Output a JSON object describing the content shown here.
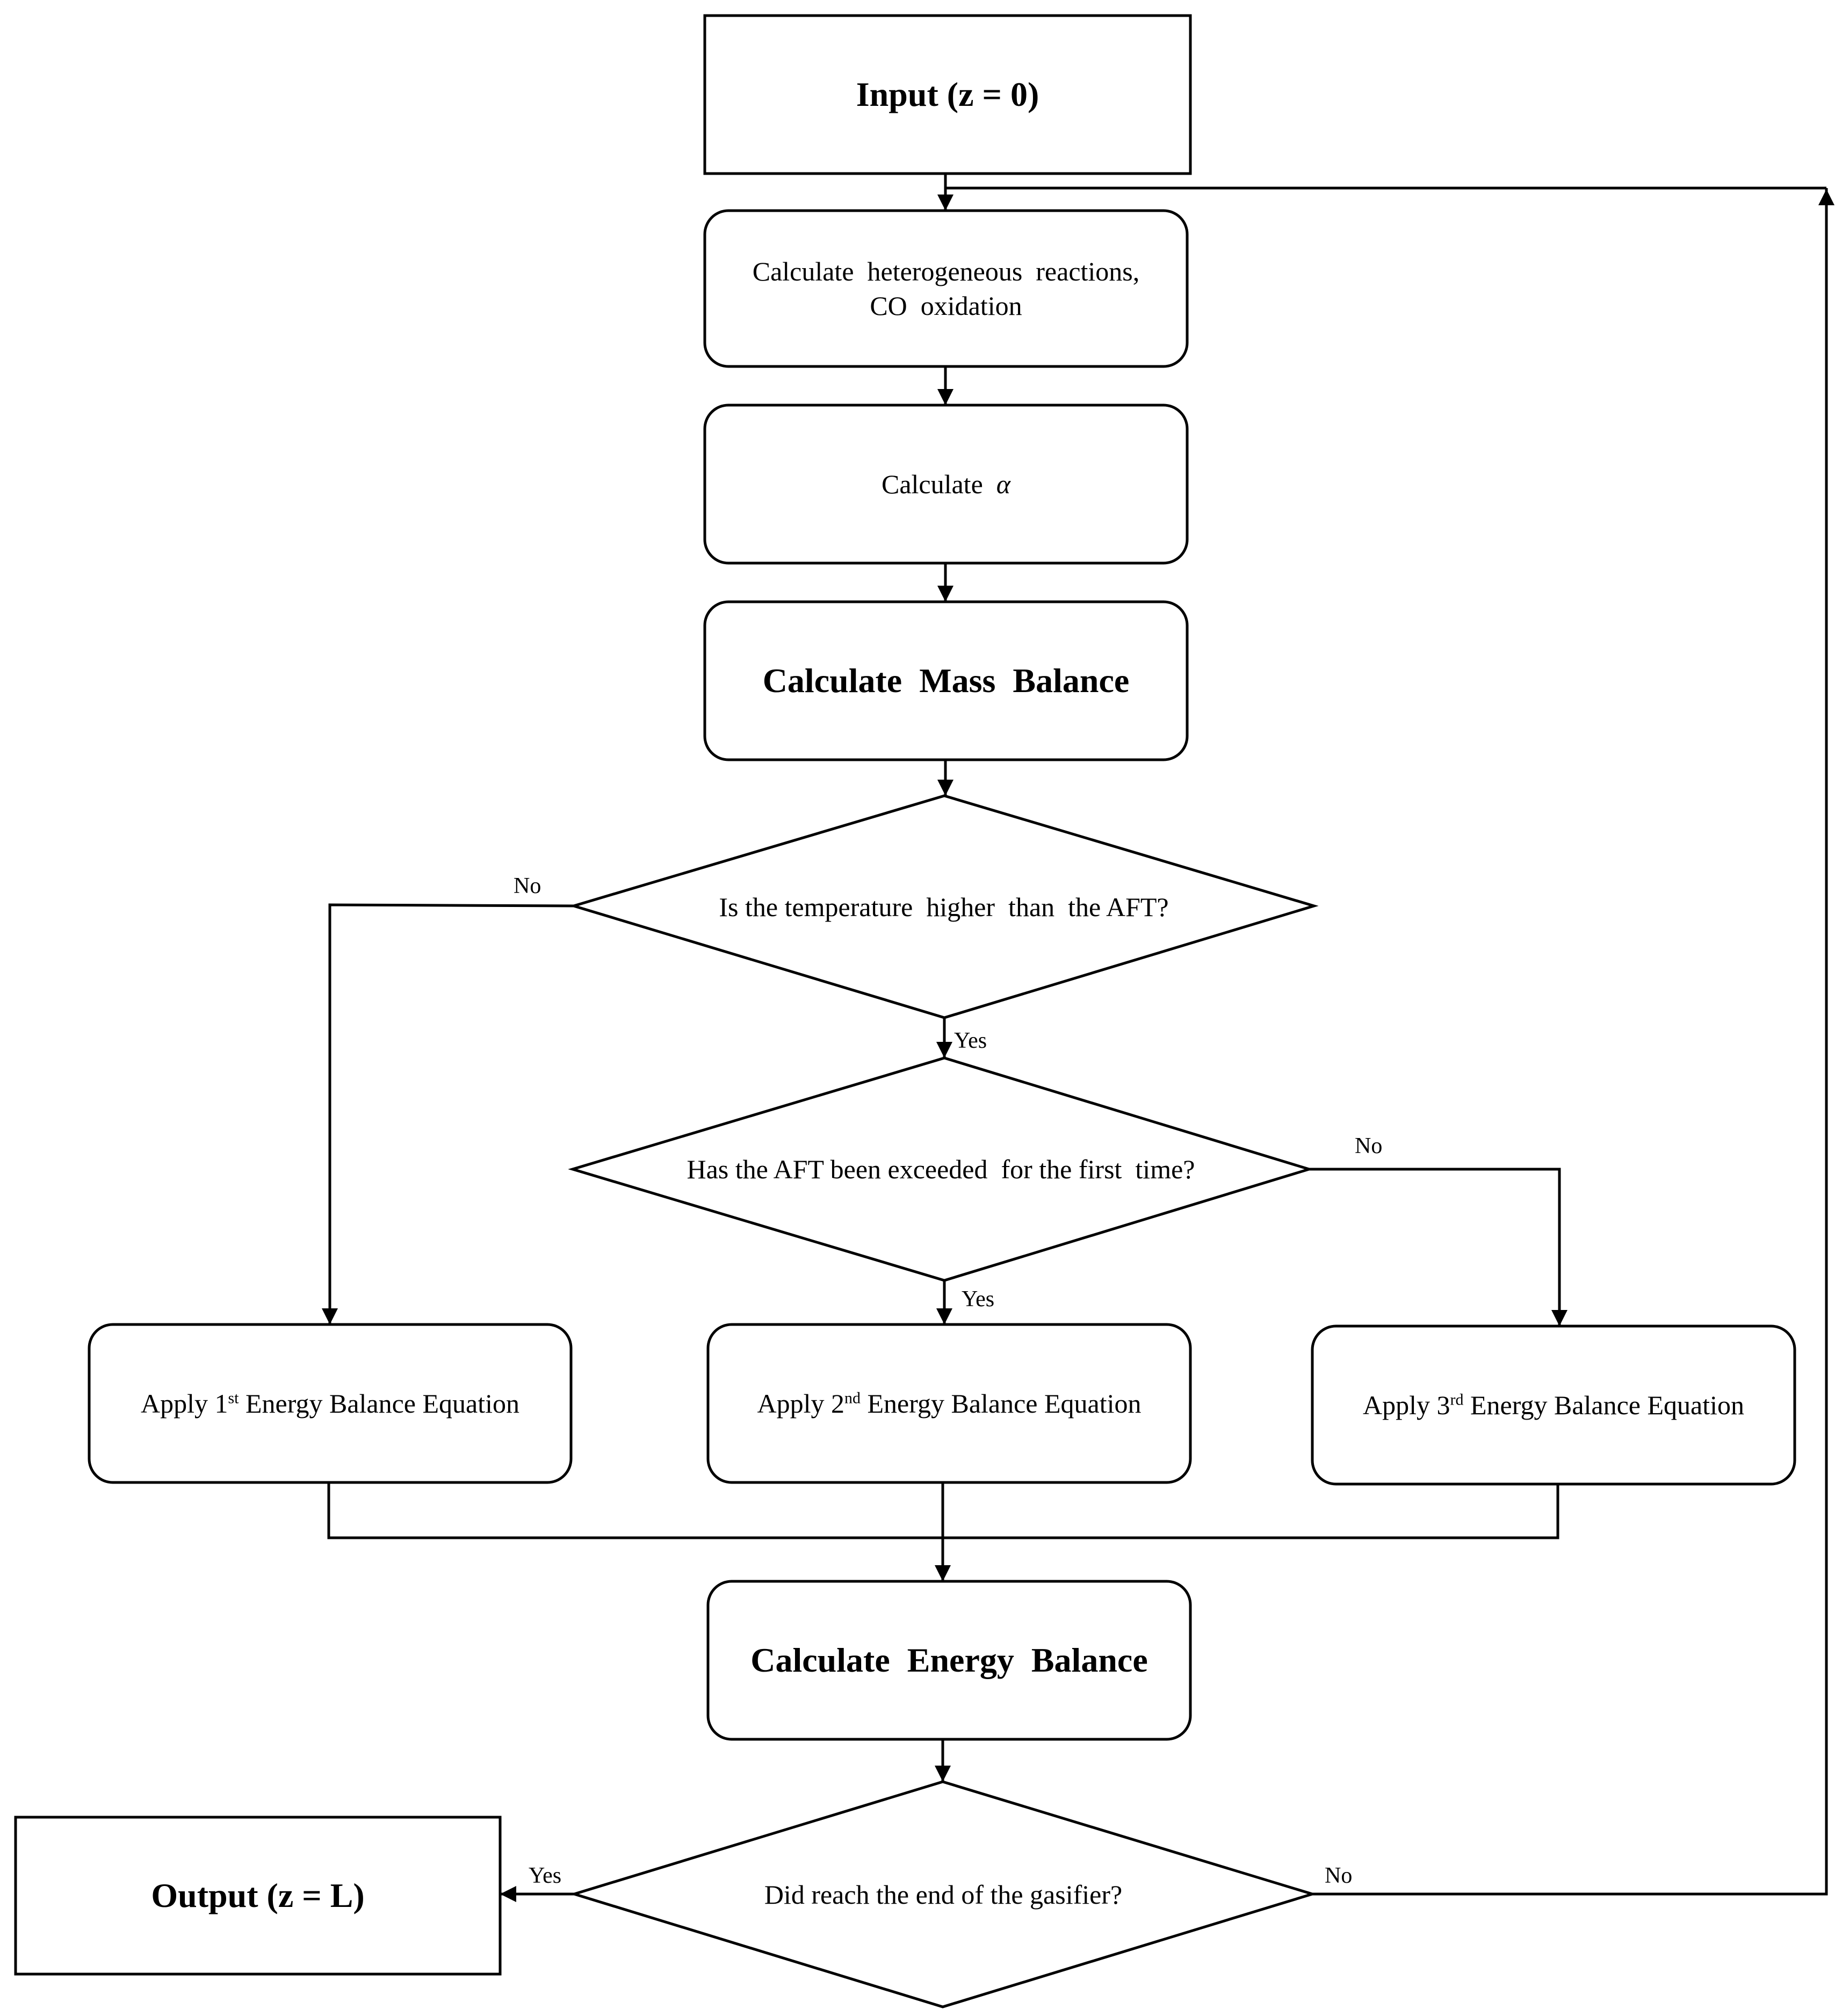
{
  "nodes": {
    "input": "Input (z = 0)",
    "heterogeneous_line1": "Calculate  heterogeneous  reactions,",
    "heterogeneous_line2": "CO  oxidation",
    "alpha_prefix": "Calculate",
    "alpha_symbol": "α",
    "mass_balance": "Calculate  Mass  Balance",
    "decision_temperature": "Is the temperature  higher  than  the AFT?",
    "decision_first_time": "Has the AFT been exceeded  for the first  time?",
    "energy1_prefix": "Apply 1",
    "energy1_sup": "st",
    "energy1_suffix": " Energy Balance Equation",
    "energy2_prefix": "Apply 2",
    "energy2_sup": "nd",
    "energy2_suffix": " Energy Balance Equation",
    "energy3_prefix": "Apply 3",
    "energy3_sup": "rd",
    "energy3_suffix": " Energy Balance Equation",
    "energy_balance": "Calculate  Energy  Balance",
    "decision_end": "Did reach the end of the gasifier?",
    "output": "Output (z = L)"
  },
  "edge_labels": {
    "temp_no": "No",
    "temp_yes": "Yes",
    "first_no": "No",
    "first_yes": "Yes",
    "end_yes": "Yes",
    "end_no": "No"
  }
}
